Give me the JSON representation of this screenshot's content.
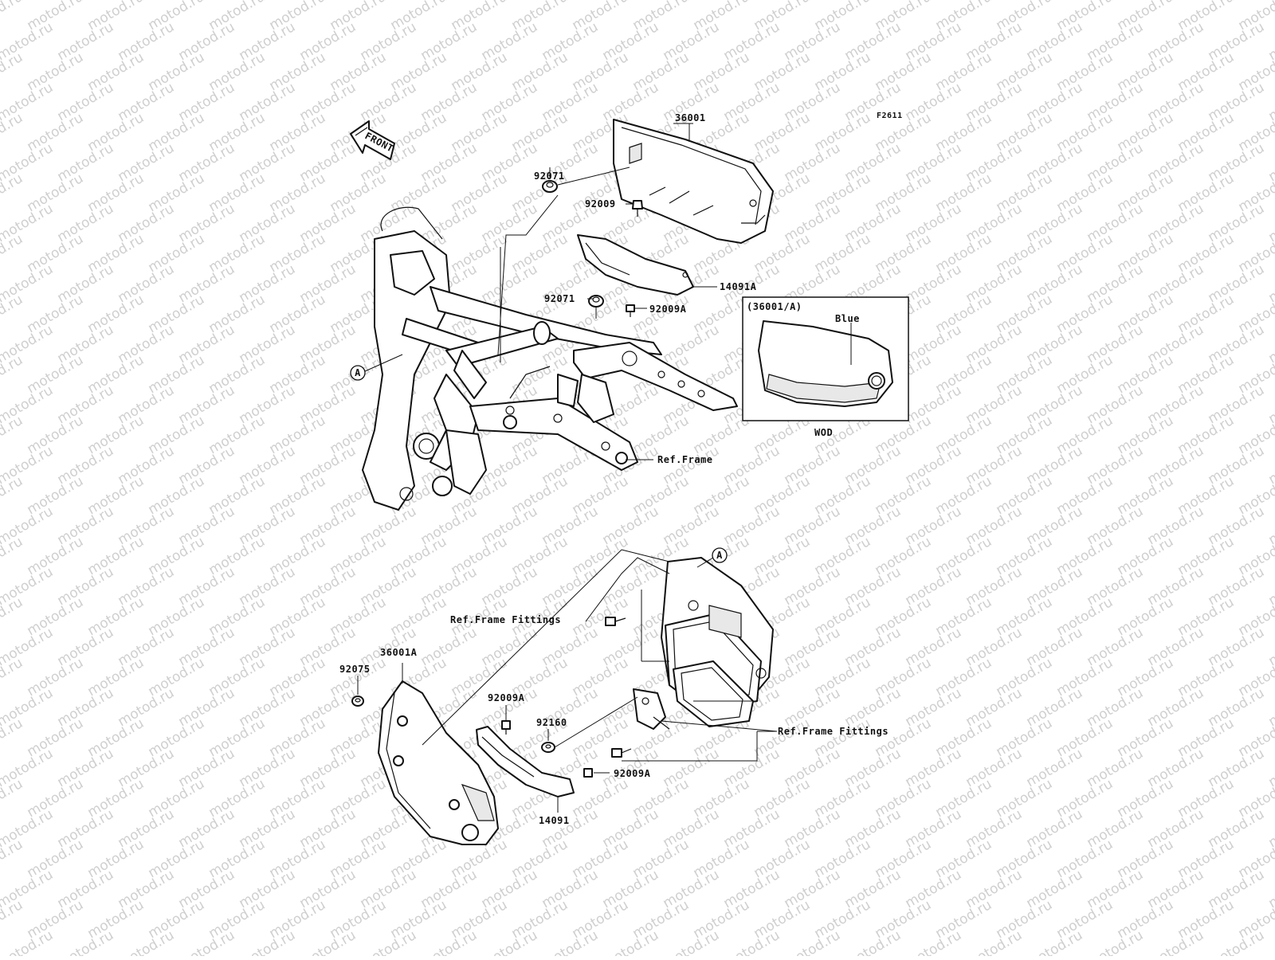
{
  "diagram": {
    "code": "F2611",
    "watermark": "motod.ru",
    "front_label": "FRONT",
    "inset": {
      "title": "(36001/A)",
      "color_label": "Blue",
      "variant": "WOD"
    },
    "callouts": {
      "cover_right": "36001",
      "cover_left": "36001A",
      "grommet_upper": "92071",
      "grommet_mid": "92071",
      "grommet_lower": "92075",
      "bolt_upper": "92009",
      "bolt_upper_a": "92009A",
      "bolt_lower_a1": "92009A",
      "bolt_lower_a2": "92009A",
      "collar": "92160",
      "bracket_upper": "14091A",
      "bracket_lower": "14091",
      "ref_frame": "Ref.Frame",
      "ref_fittings_1": "Ref.Frame Fittings",
      "ref_fittings_2": "Ref.Frame Fittings",
      "marker_a_1": "A",
      "marker_a_2": "A"
    }
  }
}
